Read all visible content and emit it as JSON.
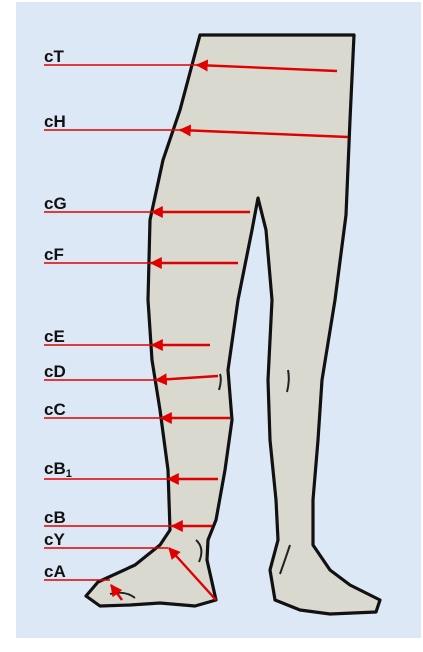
{
  "figure": {
    "labels": [
      {
        "key": "cT",
        "text": "cT"
      },
      {
        "key": "cH",
        "text": "cH"
      },
      {
        "key": "cG",
        "text": "cG"
      },
      {
        "key": "cF",
        "text": "cF"
      },
      {
        "key": "cE",
        "text": "cE"
      },
      {
        "key": "cD",
        "text": "cD"
      },
      {
        "key": "cC",
        "text": "cC"
      },
      {
        "key": "cB1",
        "text": "cB",
        "subscript": "1"
      },
      {
        "key": "cB",
        "text": "cB"
      },
      {
        "key": "cY",
        "text": "cY"
      },
      {
        "key": "cA",
        "text": "cA"
      }
    ],
    "colors": {
      "background": "#dde8f6",
      "leg_fill": "#d9d9d0",
      "outline": "#111111",
      "measure_line": "#e00000"
    }
  }
}
